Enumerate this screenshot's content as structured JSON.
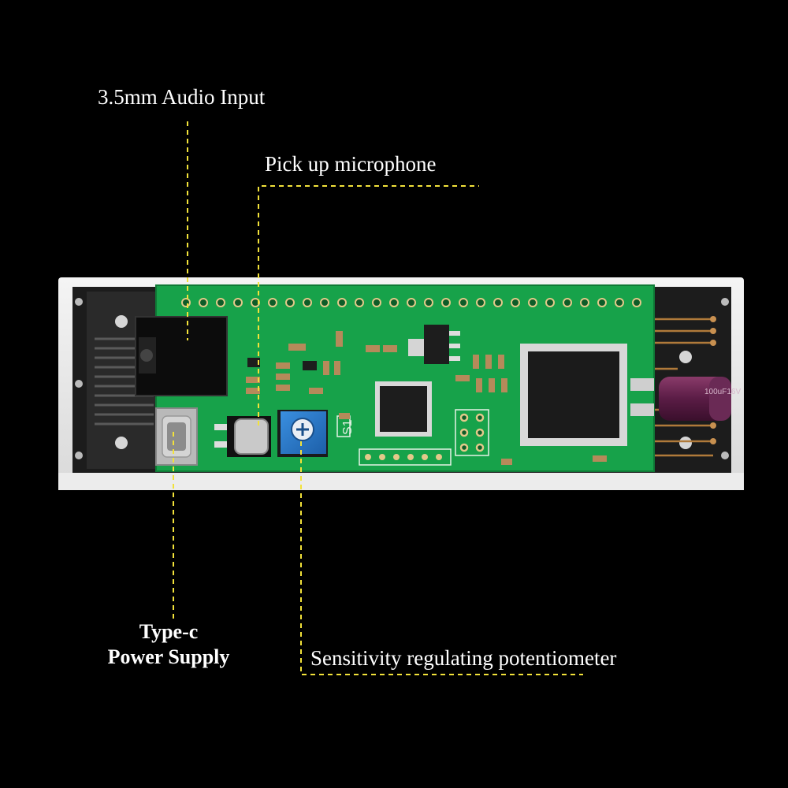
{
  "colors": {
    "background": "#000000",
    "leader_line": "#f2e23a",
    "pcb_green": "#17a24a",
    "enclosure": "#e8e8e8",
    "label_text": "#ffffff"
  },
  "callouts": {
    "audio_input": "3.5mm Audio Input",
    "microphone": "Pick up microphone",
    "type_c_line1": "Type-c",
    "type_c_line2": "Power Supply",
    "potentiometer": "Sensitivity regulating potentiometer"
  },
  "board": {
    "silkscreen_s1": "S1",
    "capacitor_marking": "100uF16V"
  }
}
